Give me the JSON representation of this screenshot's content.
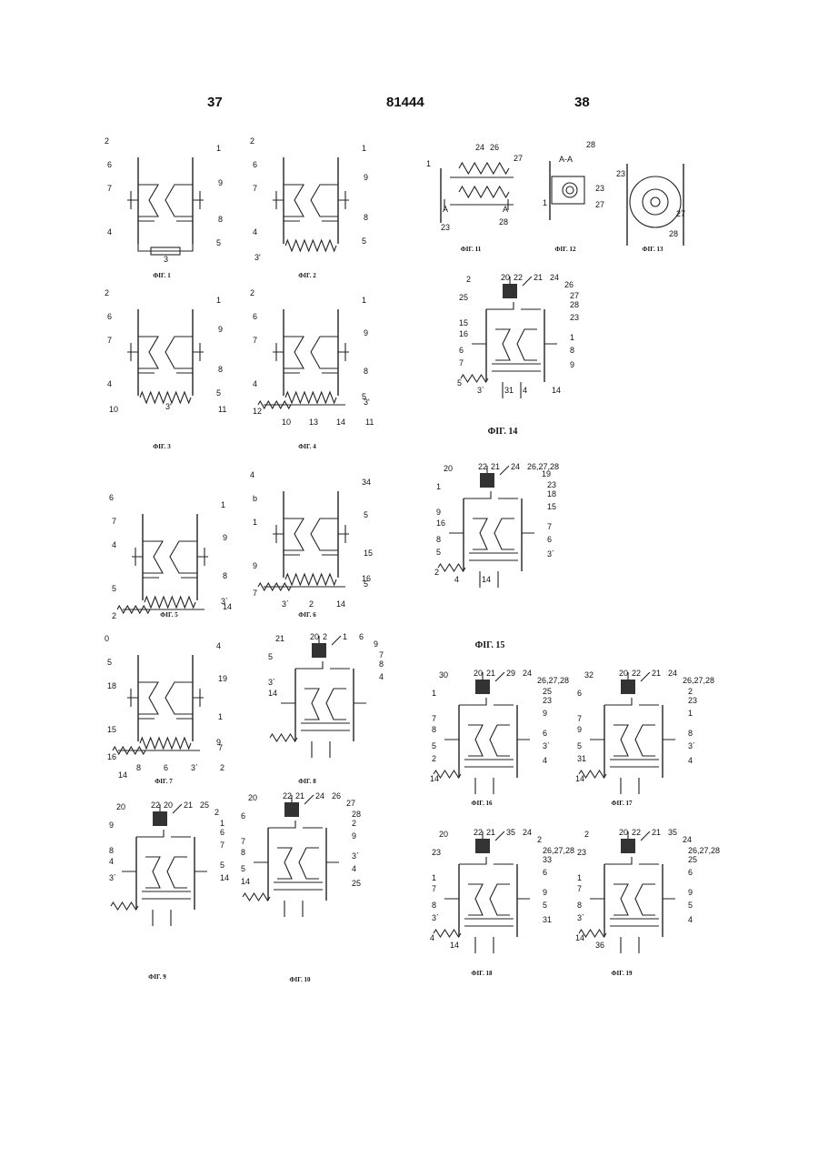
{
  "header": {
    "page_left": "37",
    "patent_number": "81444",
    "page_right": "38"
  },
  "figures": [
    {
      "caption": "ФІГ. 1",
      "labels": [
        "2",
        "1",
        "6",
        "9",
        "7",
        "8",
        "4",
        "5",
        "3"
      ]
    },
    {
      "caption": "ФІГ. 2",
      "labels": [
        "2",
        "1",
        "6",
        "9",
        "7",
        "8",
        "4",
        "5",
        "3'"
      ]
    },
    {
      "caption": "ФІГ. 3",
      "labels": [
        "2",
        "1",
        "6",
        "9",
        "7",
        "8",
        "4",
        "5",
        "10",
        "11",
        "3'"
      ]
    },
    {
      "caption": "ФІГ. 4",
      "labels": [
        "2",
        "1",
        "6",
        "9",
        "7",
        "8",
        "4",
        "5",
        "12",
        "3'",
        "10",
        "13",
        "14",
        "11"
      ]
    },
    {
      "caption": "ФІГ. 5",
      "labels": [
        "6",
        "1",
        "7",
        "9",
        "4",
        "8",
        "5",
        "3`",
        "2",
        "14"
      ]
    },
    {
      "caption": "ФІГ. 6",
      "labels": [
        "4",
        "34",
        "b",
        "5",
        "1",
        "15",
        "9",
        "16",
        "7",
        "5",
        "3`",
        "2",
        "14"
      ]
    },
    {
      "caption": "ФІГ. 7",
      "labels": [
        "0",
        "4",
        "5",
        "19",
        "18",
        "1",
        "15",
        "9",
        "16",
        "7",
        "8",
        "6",
        "3`",
        "2",
        "14"
      ]
    },
    {
      "caption": "ФІГ. 8",
      "labels": [
        "21",
        "20",
        "2",
        "1",
        "6",
        "9",
        "7",
        "8",
        "5",
        "4",
        "3`",
        "14"
      ]
    },
    {
      "caption": "ФІГ. 9",
      "labels": [
        "20",
        "22",
        "20",
        "21",
        "25",
        "2",
        "1",
        "6",
        "9",
        "7",
        "8",
        "4",
        "5",
        "3`",
        "14"
      ]
    },
    {
      "caption": "ФІГ. 10",
      "labels": [
        "20",
        "22",
        "21",
        "24",
        "26",
        "27",
        "28",
        "2",
        "6",
        "9",
        "7",
        "8",
        "3`",
        "5",
        "4",
        "14",
        "25"
      ]
    },
    {
      "caption": "ФІГ. 11",
      "labels": [
        "24",
        "26",
        "27",
        "1",
        "A",
        "A",
        "23",
        "28"
      ]
    },
    {
      "caption": "ФІГ. 12",
      "labels": [
        "A-A",
        "28",
        "23",
        "1",
        "27"
      ]
    },
    {
      "caption": "ФІГ. 13",
      "labels": [
        "23",
        "27",
        "28"
      ]
    },
    {
      "caption": "ФІГ. 14",
      "labels": [
        "2",
        "20",
        "22",
        "21",
        "24",
        "26",
        "27",
        "28",
        "25",
        "23",
        "15",
        "16",
        "1",
        "6",
        "8",
        "7",
        "9",
        "5",
        "3`",
        "31",
        "4",
        "14"
      ]
    },
    {
      "caption": "ФІГ. 15",
      "labels": [
        "20",
        "22",
        "21",
        "24",
        "26,27,28",
        "19",
        "23",
        "18",
        "1",
        "15",
        "9",
        "16",
        "7",
        "8",
        "6",
        "5",
        "3`",
        "2",
        "4",
        "14"
      ]
    },
    {
      "caption": "ФІГ. 16",
      "labels": [
        "30",
        "20",
        "21",
        "29",
        "24",
        "26,27,28",
        "25",
        "23",
        "1",
        "9",
        "7",
        "8",
        "6",
        "5",
        "3`",
        "2",
        "4",
        "14"
      ]
    },
    {
      "caption": "ФІГ. 17",
      "labels": [
        "32",
        "20",
        "22",
        "21",
        "24",
        "26,27,28",
        "2",
        "23",
        "6",
        "1",
        "7",
        "9",
        "8",
        "5",
        "3`",
        "31",
        "4",
        "14"
      ]
    },
    {
      "caption": "ФІГ. 18",
      "labels": [
        "20",
        "22",
        "21",
        "35",
        "24",
        "2",
        "26,27,28",
        "33",
        "23",
        "6",
        "1",
        "7",
        "9",
        "8",
        "5",
        "3`",
        "31",
        "4",
        "14"
      ]
    },
    {
      "caption": "ФІГ. 19",
      "labels": [
        "2",
        "20",
        "22",
        "21",
        "35",
        "24",
        "26,27,28",
        "25",
        "23",
        "6",
        "1",
        "7",
        "9",
        "8",
        "5",
        "3`",
        "4",
        "14",
        "36"
      ]
    }
  ]
}
